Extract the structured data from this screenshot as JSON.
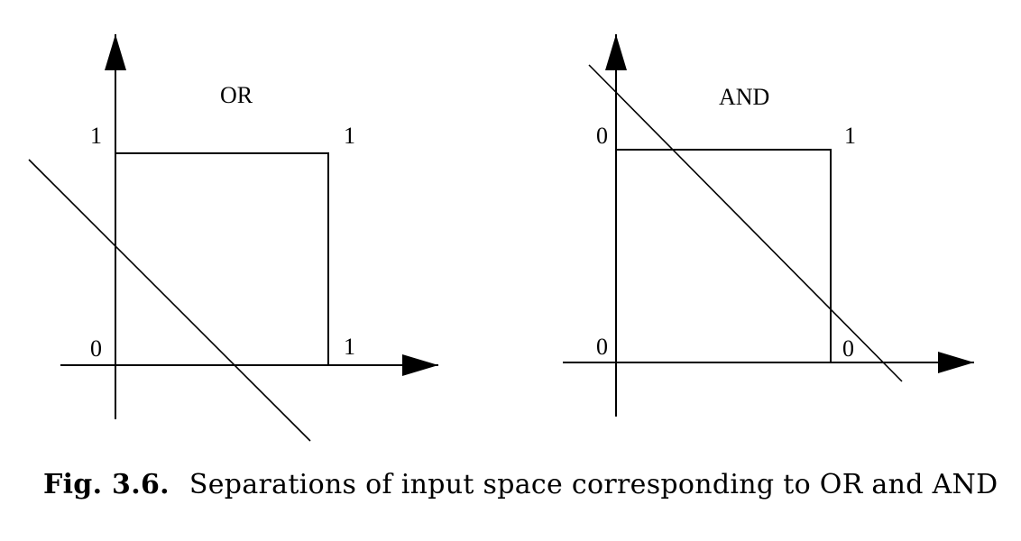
{
  "panels": {
    "or": {
      "title": "OR",
      "corner_top_left": "1",
      "corner_top_right": "1",
      "corner_bottom_left": "0",
      "corner_bottom_right": "1"
    },
    "and": {
      "title": "AND",
      "corner_top_left": "0",
      "corner_top_right": "1",
      "corner_bottom_left": "0",
      "corner_bottom_right": "0"
    }
  },
  "caption": {
    "label": "Fig. 3.6.",
    "text": "Separations of input space corresponding to OR and AND"
  },
  "colors": {
    "ink": "#000000",
    "background": "#ffffff"
  }
}
